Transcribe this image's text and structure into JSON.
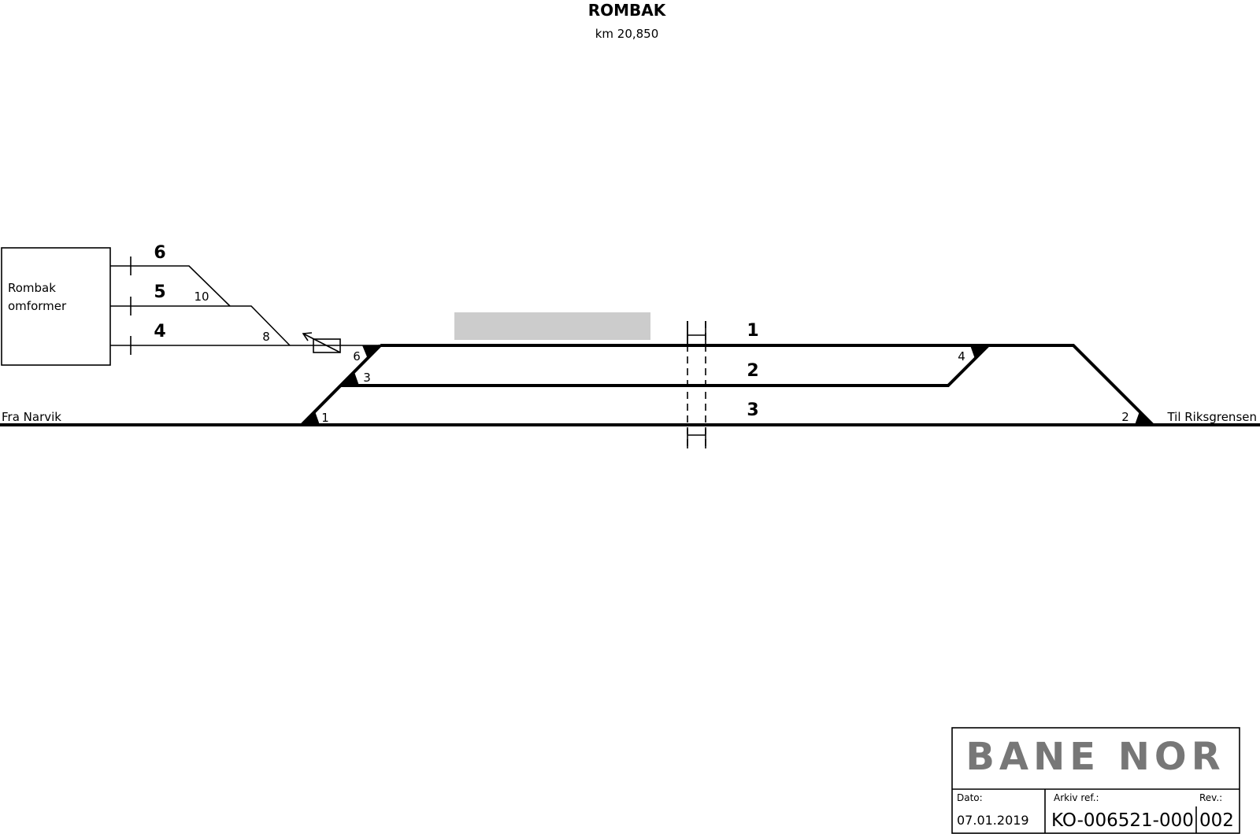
{
  "header": {
    "title": "ROMBAK",
    "subtitle": "km 20,850"
  },
  "building": {
    "label_line1": "Rombak",
    "label_line2": "omformer"
  },
  "tracks": {
    "t1": "1",
    "t2": "2",
    "t3": "3",
    "t4": "4",
    "t5": "5",
    "t6": "6"
  },
  "switches": {
    "s1": "1",
    "s2": "2",
    "s3": "3",
    "s4": "4",
    "s6": "6",
    "s8": "8",
    "s10": "10"
  },
  "directions": {
    "left": "Fra Narvik",
    "right": "Til Riksgrensen"
  },
  "colors": {
    "platform": "#cccccc",
    "logo": "#777777"
  },
  "title_block": {
    "logo": "BANE NOR",
    "date_label": "Dato:",
    "date": "07.01.2019",
    "archive_label": "Arkiv ref.:",
    "archive": "KO-006521-000",
    "rev_label": "Rev.:",
    "rev": "002"
  }
}
